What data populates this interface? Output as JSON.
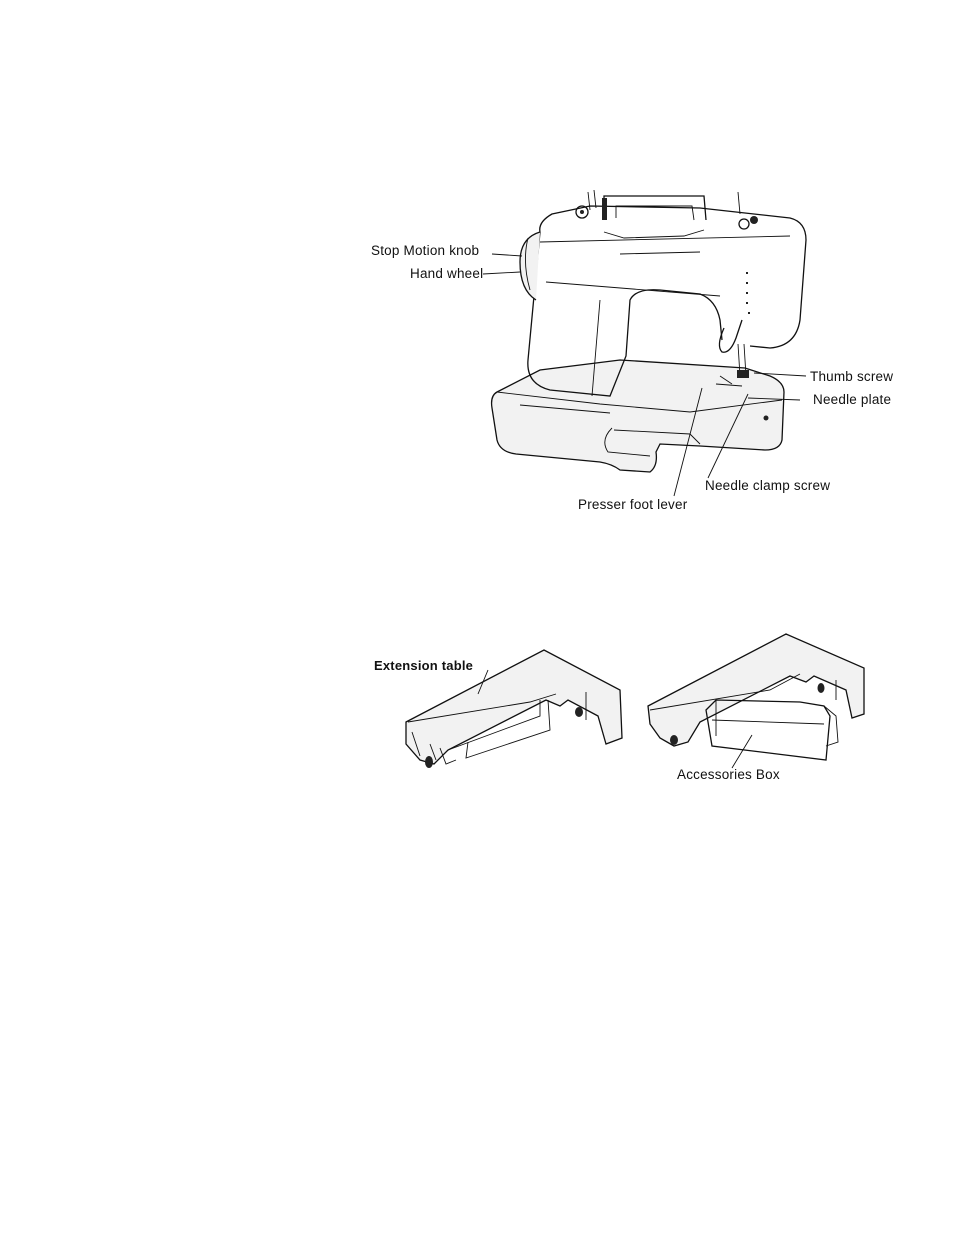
{
  "machine_figure": {
    "labels": {
      "stop_motion_knob": "Stop Motion knob",
      "hand_wheel": "Hand wheel",
      "thumb_screw": "Thumb screw",
      "needle_plate": "Needle plate",
      "needle_clamp_screw": "Needle clamp screw",
      "presser_foot_lever": "Presser foot lever"
    }
  },
  "extension_figure": {
    "labels": {
      "extension_table": "Extension table",
      "accessories_box": "Accessories Box"
    }
  }
}
